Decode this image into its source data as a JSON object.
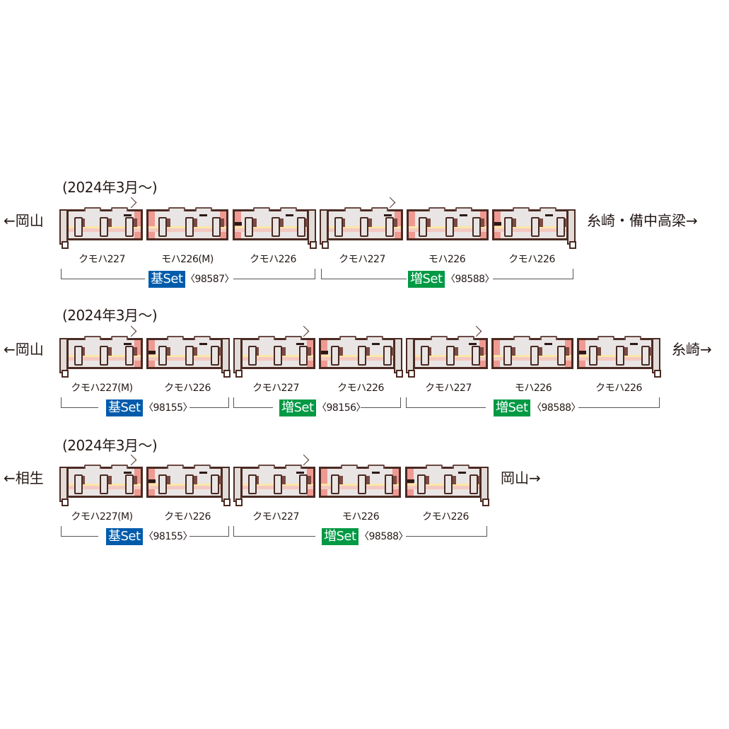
{
  "formations": [
    {
      "period": "(2024年3月〜)",
      "left_dest": "←岡山",
      "right_dest": "糸崎・備中高梁→",
      "cars": [
        {
          "label": "クモハ227",
          "type": "cab-left"
        },
        {
          "label": "モハ226(M)",
          "type": "middle"
        },
        {
          "label": "クモハ226",
          "type": "cab-right"
        },
        {
          "label": "クモハ227",
          "type": "cab-left"
        },
        {
          "label": "モハ226",
          "type": "middle"
        },
        {
          "label": "クモハ226",
          "type": "cab-right"
        }
      ],
      "sets": [
        {
          "badge": "基Set",
          "kind": "basic",
          "code": "〈98587〉"
        },
        {
          "badge": "増Set",
          "kind": "add-on",
          "code": "〈98588〉"
        }
      ]
    },
    {
      "period": "(2024年3月〜)",
      "left_dest": "←岡山",
      "right_dest": "糸崎→",
      "cars": [
        {
          "label": "クモハ227(M)",
          "type": "cab-left"
        },
        {
          "label": "クモハ226",
          "type": "cab-right"
        },
        {
          "label": "クモハ227",
          "type": "cab-left"
        },
        {
          "label": "クモハ226",
          "type": "cab-right"
        },
        {
          "label": "クモハ227",
          "type": "cab-left"
        },
        {
          "label": "モハ226",
          "type": "middle"
        },
        {
          "label": "クモハ226",
          "type": "cab-right"
        }
      ],
      "sets": [
        {
          "badge": "基Set",
          "kind": "basic",
          "code": "〈98155〉"
        },
        {
          "badge": "増Set",
          "kind": "add-on",
          "code": "〈98156〉"
        },
        {
          "badge": "増Set",
          "kind": "add-on",
          "code": "〈98588〉"
        }
      ]
    },
    {
      "period": "(2024年3月〜)",
      "left_dest": "←相生",
      "right_dest": "岡山→",
      "cars": [
        {
          "label": "クモハ227(M)",
          "type": "cab-left"
        },
        {
          "label": "クモハ226",
          "type": "cab-right"
        },
        {
          "label": "クモハ227",
          "type": "cab-left"
        },
        {
          "label": "モハ226",
          "type": "middle"
        },
        {
          "label": "クモハ226",
          "type": "cab-right"
        }
      ],
      "sets": [
        {
          "badge": "基Set",
          "kind": "basic",
          "code": "〈98155〉"
        },
        {
          "badge": "増Set",
          "kind": "add-on",
          "code": "〈98588〉"
        }
      ]
    }
  ],
  "colors": {
    "basic_set": "#005bab",
    "addon_set": "#009944",
    "car_body": "#e9e5e4",
    "car_end": "#ee9a92",
    "outline": "#4a2a22"
  }
}
